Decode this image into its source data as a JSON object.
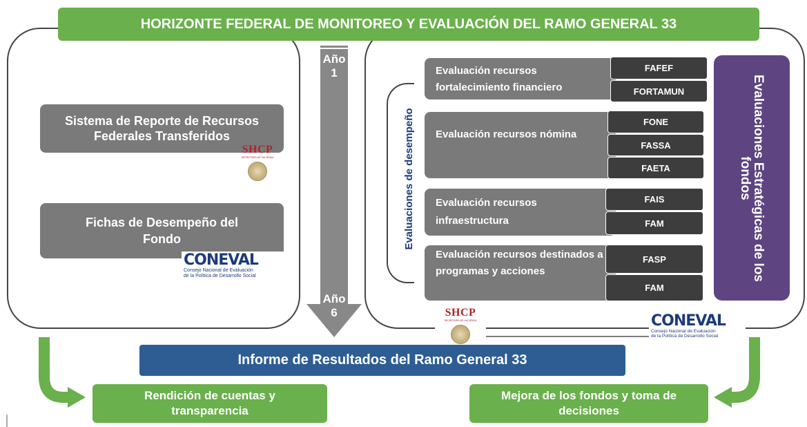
{
  "title": "HORIZONTE FEDERAL DE MONITOREO Y EVALUACIÓN DEL RAMO GENERAL 33",
  "arrow": {
    "start": "Año\n1",
    "end": "Año\n6"
  },
  "left": {
    "box1": "Sistema de Reporte de Recursos Federales Transferidos",
    "box2": "Fichas de Desempeño del Fondo",
    "shcp": {
      "name": "SHCP",
      "sub": "SECRETARÍA DE HACIENDA"
    },
    "coneval": {
      "name": "CONEVAL",
      "sub1": "Consejo Nacional de Evaluación",
      "sub2": "de la Política de Desarrollo Social"
    }
  },
  "right": {
    "vertical_label": "Evaluaciones de desempeño",
    "strategic_label": "Evaluaciones Estratégicas de los fondos",
    "groups": [
      {
        "label": "Evaluación recursos fortalecimiento financiero",
        "funds": [
          "FAFEF",
          "FORTAMUN"
        ]
      },
      {
        "label": "Evaluación recursos nómina",
        "funds": [
          "FONE",
          "FASSA",
          "FAETA"
        ]
      },
      {
        "label": "Evaluación recursos infraestructura",
        "funds": [
          "FAIS",
          "FAM"
        ]
      },
      {
        "label": "Evaluación recursos destinados a programas y acciones",
        "funds": [
          "FASP",
          "FAM"
        ]
      }
    ],
    "shcp": {
      "name": "SHCP",
      "sub": "SECRETARÍA DE HACIENDA"
    },
    "coneval": {
      "name": "CONEVAL",
      "sub1": "Consejo Nacional de Evaluación",
      "sub2": "de la Política de Desarrollo Social"
    }
  },
  "report": "Informe de Resultados del Ramo General 33",
  "outcomes": {
    "left": "Rendición de cuentas y transparencia",
    "right": "Mejora de los fondos y  toma de decisiones"
  },
  "colors": {
    "green": "#6ab04c",
    "grey": "#7a7a7a",
    "dark": "#3d3d3d",
    "blue": "#2e5d94",
    "purple": "#5e4480"
  }
}
